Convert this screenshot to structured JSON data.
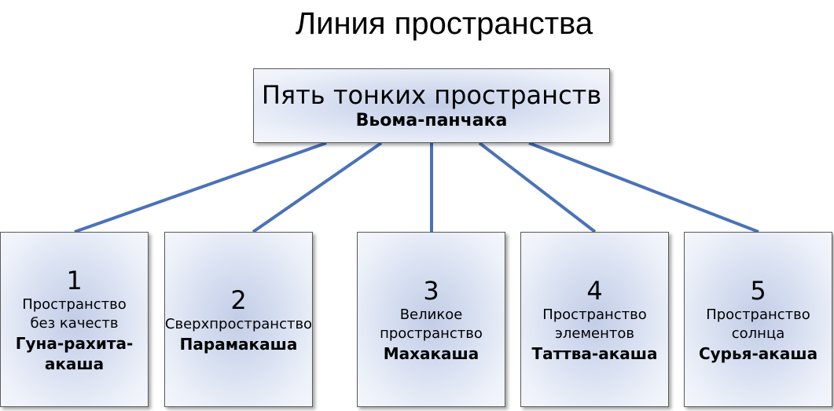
{
  "title": "Линия пространства",
  "root": {
    "title": "Пять тонких пространств",
    "subtitle": "Вьома-панчака"
  },
  "children": [
    {
      "number": "1",
      "desc_lines": [
        "Пространство",
        "без качеств"
      ],
      "name_lines": [
        "Гуна-рахита-",
        "акаша"
      ]
    },
    {
      "number": "2",
      "desc_lines": [
        "Сверхпространство"
      ],
      "name_lines": [
        "Парамакаша"
      ]
    },
    {
      "number": "3",
      "desc_lines": [
        "Великое",
        "пространство"
      ],
      "name_lines": [
        "Махакаша"
      ]
    },
    {
      "number": "4",
      "desc_lines": [
        "Пространство",
        "элементов"
      ],
      "name_lines": [
        "Таттва-акаша"
      ]
    },
    {
      "number": "5",
      "desc_lines": [
        "Пространство",
        "солнца"
      ],
      "name_lines": [
        "Сурья-акаша"
      ]
    }
  ],
  "colors": {
    "connector": "#4a72b8",
    "box_border": "#5a5a5a"
  }
}
